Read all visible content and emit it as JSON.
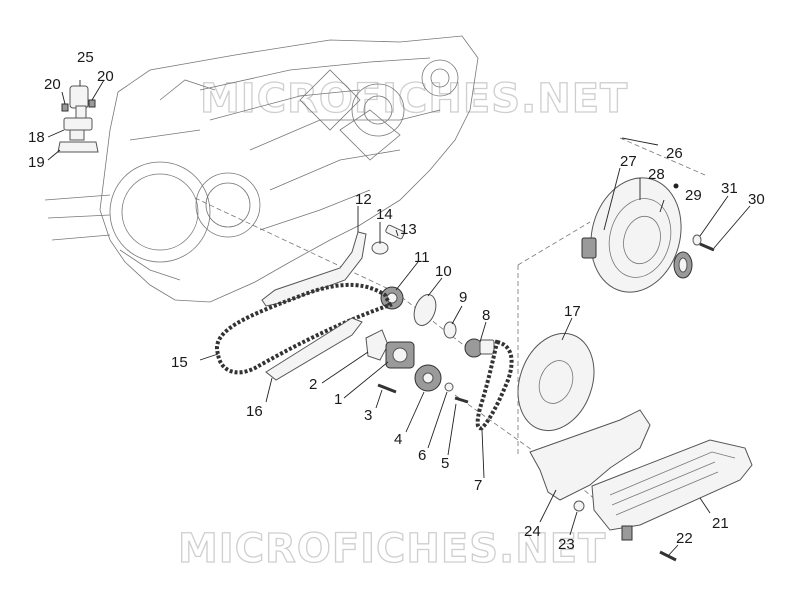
{
  "watermark": {
    "top_text": "MICROFICHES.NET",
    "bottom_text": "MICROFICHES.NET"
  },
  "callouts": [
    {
      "id": "25",
      "text": "25"
    },
    {
      "id": "20a",
      "text": "20"
    },
    {
      "id": "20b",
      "text": "20"
    },
    {
      "id": "18",
      "text": "18"
    },
    {
      "id": "19",
      "text": "19"
    },
    {
      "id": "12",
      "text": "12"
    },
    {
      "id": "14",
      "text": "14"
    },
    {
      "id": "13",
      "text": "13"
    },
    {
      "id": "11",
      "text": "11"
    },
    {
      "id": "10",
      "text": "10"
    },
    {
      "id": "9",
      "text": "9"
    },
    {
      "id": "8",
      "text": "8"
    },
    {
      "id": "15",
      "text": "15"
    },
    {
      "id": "2",
      "text": "2"
    },
    {
      "id": "1",
      "text": "1"
    },
    {
      "id": "16",
      "text": "16"
    },
    {
      "id": "3",
      "text": "3"
    },
    {
      "id": "4",
      "text": "4"
    },
    {
      "id": "6",
      "text": "6"
    },
    {
      "id": "5",
      "text": "5"
    },
    {
      "id": "7",
      "text": "7"
    },
    {
      "id": "17",
      "text": "17"
    },
    {
      "id": "27",
      "text": "27"
    },
    {
      "id": "26",
      "text": "26"
    },
    {
      "id": "28",
      "text": "28"
    },
    {
      "id": "29",
      "text": "29"
    },
    {
      "id": "31",
      "text": "31"
    },
    {
      "id": "30",
      "text": "30"
    },
    {
      "id": "21",
      "text": "21"
    },
    {
      "id": "24",
      "text": "24"
    },
    {
      "id": "23",
      "text": "23"
    },
    {
      "id": "22",
      "text": "22"
    }
  ]
}
